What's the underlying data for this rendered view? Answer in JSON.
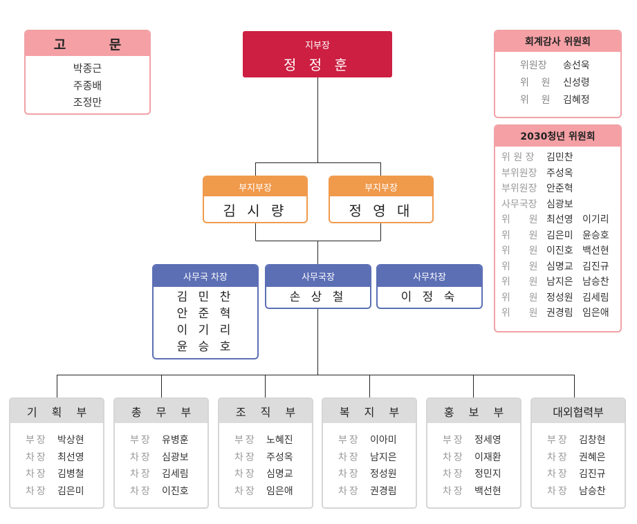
{
  "advisor": {
    "title": "고 문",
    "members": [
      "박종근",
      "주종배",
      "조정만"
    ]
  },
  "branch_head": {
    "title": "지부장",
    "name": "정 정 훈"
  },
  "vice_heads": [
    {
      "title": "부지부장",
      "name": "김 시 량"
    },
    {
      "title": "부지부장",
      "name": "정 영 대"
    }
  ],
  "secretariat": [
    {
      "title": "사무국 차장",
      "names": [
        "김 민 찬",
        "안 준 혁",
        "이 기 리",
        "윤 승 호"
      ]
    },
    {
      "title": "사무국장",
      "names": [
        "손 상 철"
      ]
    },
    {
      "title": "사무차장",
      "names": [
        "이 정 숙"
      ]
    }
  ],
  "audit_committee": {
    "title": "회계감사 위원회",
    "rows": [
      {
        "role": "위원장",
        "name": "송선욱"
      },
      {
        "role": "위    원",
        "name": "신성령"
      },
      {
        "role": "위    원",
        "name": "김혜정"
      }
    ]
  },
  "youth_committee": {
    "title": "2030청년 위원회",
    "rows": [
      {
        "role": "위 원 장",
        "names": [
          "김민찬"
        ]
      },
      {
        "role": "부위원장",
        "names": [
          "주성옥"
        ]
      },
      {
        "role": "부위원장",
        "names": [
          "안준혁"
        ]
      },
      {
        "role": "사무국장",
        "names": [
          "심광보"
        ]
      },
      {
        "role": "위      원",
        "names": [
          "최선영",
          "이기리"
        ]
      },
      {
        "role": "위      원",
        "names": [
          "김은미",
          "윤승호"
        ]
      },
      {
        "role": "위      원",
        "names": [
          "이진호",
          "백선현"
        ]
      },
      {
        "role": "위      원",
        "names": [
          "심명교",
          "김진규"
        ]
      },
      {
        "role": "위      원",
        "names": [
          "남지은",
          "남승찬"
        ]
      },
      {
        "role": "위      원",
        "names": [
          "정성원",
          "김세림"
        ]
      },
      {
        "role": "위      원",
        "names": [
          "권경림",
          "임은애"
        ]
      }
    ]
  },
  "departments": [
    {
      "title": "기 획 부",
      "rows": [
        {
          "role": "부장",
          "name": "박상현"
        },
        {
          "role": "차장",
          "name": "최선영"
        },
        {
          "role": "차장",
          "name": "김병철"
        },
        {
          "role": "차장",
          "name": "김은미"
        }
      ]
    },
    {
      "title": "총 무 부",
      "rows": [
        {
          "role": "부장",
          "name": "유병훈"
        },
        {
          "role": "차장",
          "name": "심광보"
        },
        {
          "role": "차장",
          "name": "김세림"
        },
        {
          "role": "차장",
          "name": "이진호"
        }
      ]
    },
    {
      "title": "조 직 부",
      "rows": [
        {
          "role": "부장",
          "name": "노혜진"
        },
        {
          "role": "차장",
          "name": "주성옥"
        },
        {
          "role": "차장",
          "name": "심명교"
        },
        {
          "role": "차장",
          "name": "임은애"
        }
      ]
    },
    {
      "title": "복 지 부",
      "rows": [
        {
          "role": "부장",
          "name": "이아미"
        },
        {
          "role": "차장",
          "name": "남지은"
        },
        {
          "role": "차장",
          "name": "정성원"
        },
        {
          "role": "차장",
          "name": "권경림"
        }
      ]
    },
    {
      "title": "홍 보 부",
      "rows": [
        {
          "role": "부장",
          "name": "정세영"
        },
        {
          "role": "차장",
          "name": "이재환"
        },
        {
          "role": "차장",
          "name": "정민지"
        },
        {
          "role": "차장",
          "name": "백선현"
        }
      ]
    },
    {
      "title": "대외협력부",
      "rows": [
        {
          "role": "부장",
          "name": "김창현"
        },
        {
          "role": "차장",
          "name": "권혜은"
        },
        {
          "role": "차장",
          "name": "김진규"
        },
        {
          "role": "차장",
          "name": "남승찬"
        }
      ]
    }
  ],
  "colors": {
    "head": "#cc1f41",
    "vice": "#f09a4c",
    "secretariat": "#5c6fb5",
    "committee": "#f4a0a5",
    "department": "#dcdcdc"
  }
}
